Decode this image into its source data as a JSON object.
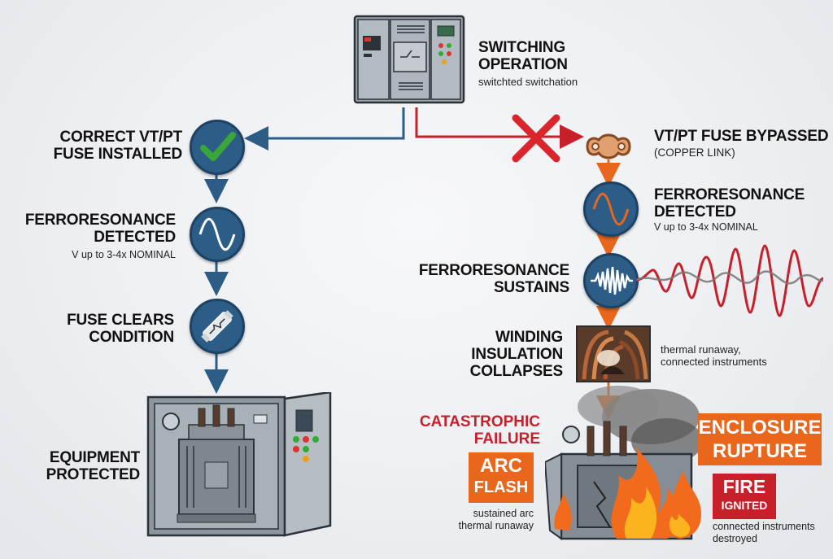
{
  "switching": {
    "title_line1": "SWITCHING",
    "title_line2": "OPERATION",
    "subtitle": "switchted switchation"
  },
  "left": {
    "fuse_installed_line1": "CORRECT VT/PT",
    "fuse_installed_line2": "FUSE INSTALLED",
    "ferro_line1": "FERRORESONANCE",
    "ferro_line2": "DETECTED",
    "ferro_sub": "V up to 3-4x NOMINAL",
    "clears_line1": "FUSE CLEARS",
    "clears_line2": "CONDITION",
    "protected_line1": "EQUIPMENT",
    "protected_line2": "PROTECTED"
  },
  "right": {
    "bypass_line1": "VT/PT FUSE BYPASSED",
    "bypass_line2": "(COPPER LINK)",
    "ferro_line1": "FERRORESONANCE",
    "ferro_line2": "DETECTED",
    "ferro_sub": "V up to 3-4x NOMINAL",
    "sustains_line1": "FERRORESONANCE",
    "sustains_line2": "SUSTAINS",
    "winding_line1": "WINDING",
    "winding_line2": "INSULATION",
    "winding_line3": "COLLAPSES",
    "winding_note_line1": "thermal runaway,",
    "winding_note_line2": "connected instruments",
    "catastrophic_line1": "CATASTROPHIC",
    "catastrophic_line2": "FAILURE",
    "arc_line1": "ARC",
    "arc_line2": "FLASH",
    "arc_note_line1": "sustained arc",
    "arc_note_line2": "thermal runaway",
    "enclosure_line1": "ENCLOSURE",
    "enclosure_line2": "RUPTURE",
    "fire_line1": "FIRE",
    "fire_line2": "IGNITED",
    "fire_note_line1": "connected instruments",
    "fire_note_line2": "destroyed"
  },
  "colors": {
    "blue_path": "#2c5d86",
    "red_path": "#c8202b",
    "orange": "#e8671c",
    "check": "#3aa63a",
    "x_mark": "#d9252b"
  },
  "icons": [
    "checkmark-icon",
    "sine-wave-icon",
    "fuse-icon",
    "waveform-icon",
    "x-mark-icon",
    "copper-link-icon",
    "fire-icon"
  ]
}
